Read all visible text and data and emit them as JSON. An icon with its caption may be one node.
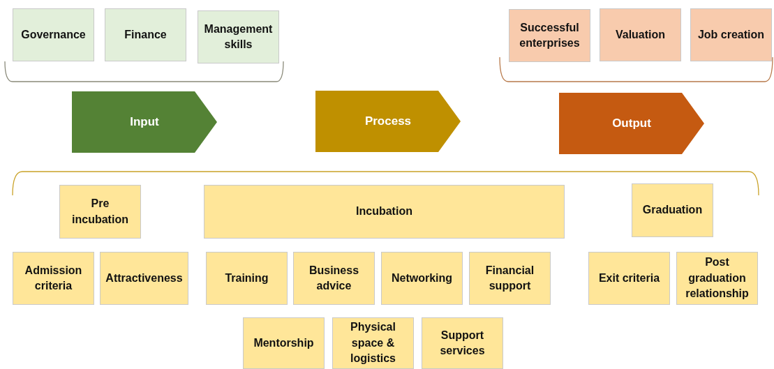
{
  "diagram": {
    "nodes": [
      {
        "text": [
          "Governance"
        ]
      },
      {
        "text": [
          "Finance"
        ]
      },
      {
        "text": [
          "Management skills"
        ]
      },
      {
        "text": [
          "Successful enterprises"
        ]
      },
      {
        "text": [
          "Valuation"
        ]
      },
      {
        "text": [
          "Job creation"
        ]
      },
      {
        "text": [
          "Input"
        ]
      },
      {
        "text": [
          "Process"
        ]
      },
      {
        "text": [
          "Output"
        ]
      },
      {
        "text": [
          "Pre incubation"
        ]
      },
      {
        "text": [
          "Incubation"
        ]
      },
      {
        "text": [
          "Graduation"
        ]
      },
      {
        "text": [
          "Admission criteria"
        ]
      },
      {
        "text": [
          "Attractiveness"
        ]
      },
      {
        "text": [
          "Training"
        ]
      },
      {
        "text": [
          "Business advice"
        ]
      },
      {
        "text": [
          "Networking"
        ]
      },
      {
        "text": [
          "Financial support"
        ]
      },
      {
        "text": [
          "Exit criteria"
        ]
      },
      {
        "text": [
          "Post graduation relationship"
        ]
      },
      {
        "text": [
          "Mentorship"
        ]
      },
      {
        "text": [
          "Physical space & logistics"
        ]
      },
      {
        "text": [
          "Support services"
        ]
      }
    ]
  }
}
